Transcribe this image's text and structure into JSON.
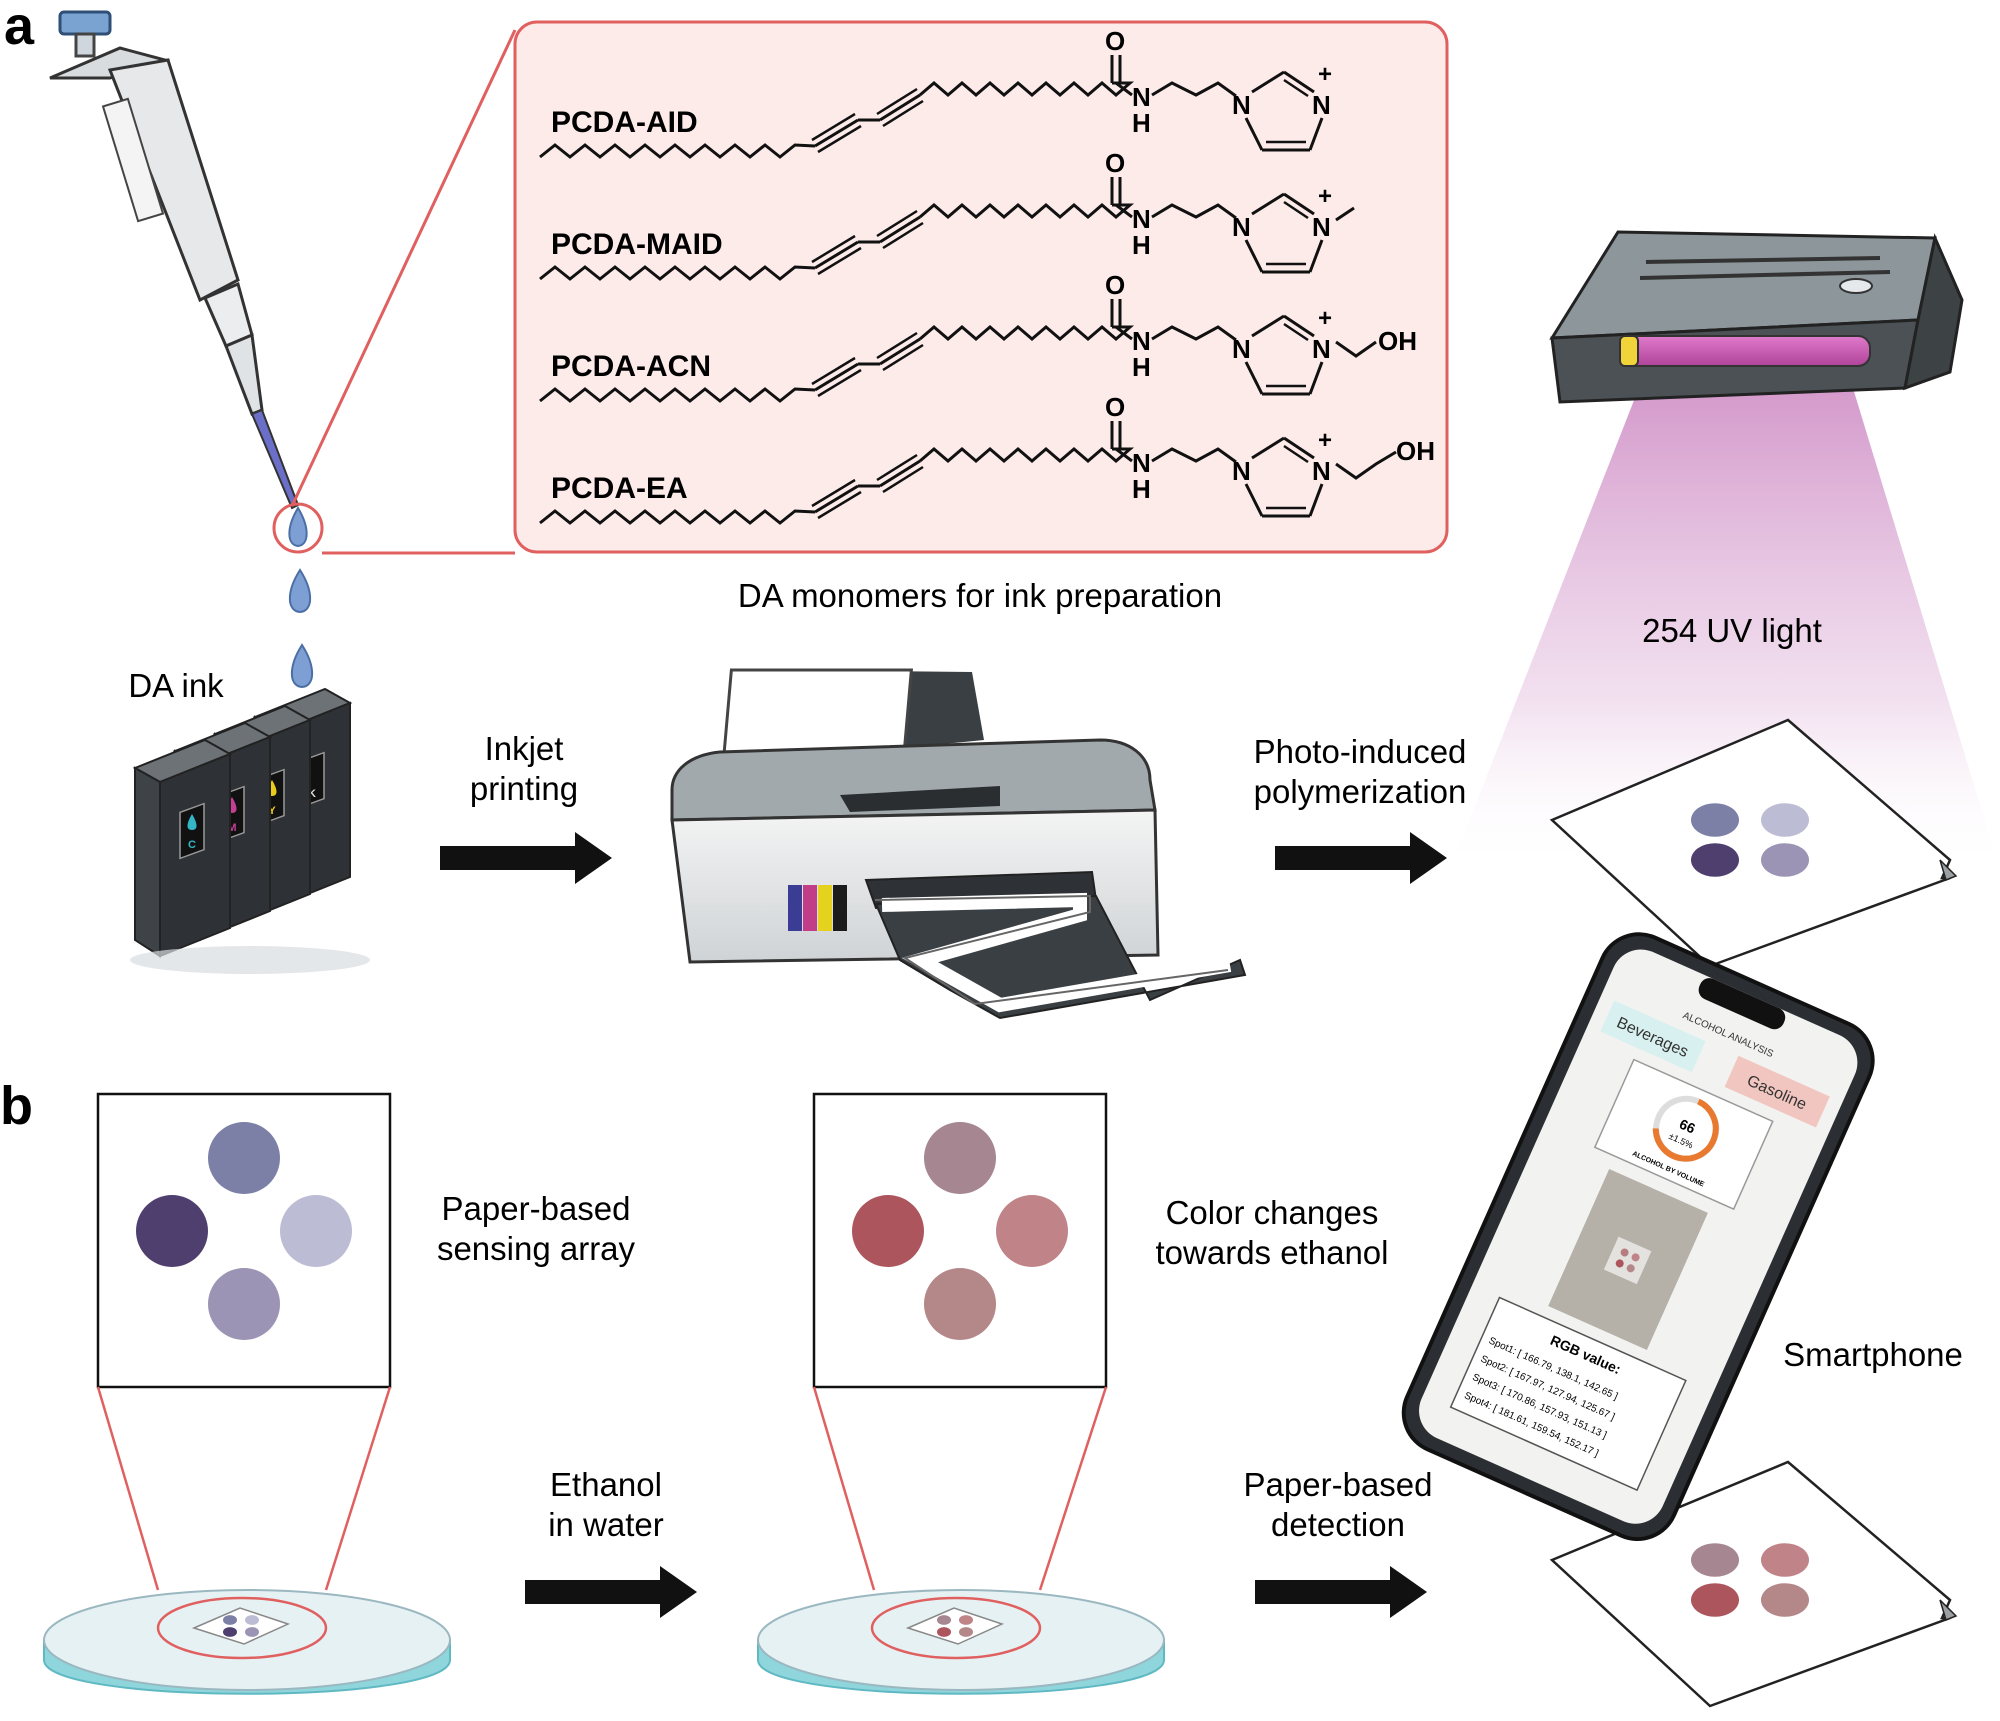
{
  "panels": {
    "a": "a",
    "b": "b"
  },
  "monomers": [
    {
      "name": "PCDA-AID",
      "substituent": ""
    },
    {
      "name": "PCDA-MAID",
      "substituent": ""
    },
    {
      "name": "PCDA-ACN",
      "substituent": "OH"
    },
    {
      "name": "PCDA-EA",
      "substituent": "OH"
    }
  ],
  "atoms": {
    "O": "O",
    "N": "N",
    "H": "H",
    "plus": "+"
  },
  "captions": {
    "monomers": "DA monomers for ink preparation",
    "ink": "DA ink",
    "uv": "254 UV light",
    "inkjet_1": "Inkjet",
    "inkjet_2": "printing",
    "photo_1": "Photo-induced",
    "photo_2": "polymerization",
    "paper_1": "Paper-based",
    "paper_2": "sensing array",
    "color_1": "Color changes",
    "color_2": "towards ethanol",
    "ethanol_1": "Ethanol",
    "ethanol_2": "in water",
    "detect_1": "Paper-based",
    "detect_2": "detection",
    "smartphone": "Smartphone"
  },
  "cartridges": [
    "C",
    "M",
    "Y",
    "K"
  ],
  "phone": {
    "title": "ALCOHOL ANALYSIS",
    "tab_beverages": "Beverages",
    "tab_gasoline": "Gasoline",
    "gauge_value": "66",
    "gauge_error": "±1.5%",
    "gauge_label": "ALCOHOL BY VOLUME",
    "rgb_title": "RGB value:",
    "rgb_rows": [
      "Spot1: [ 166.79, 138.1, 142.65 ]",
      "Spot2: [ 167.97, 127.94, 125.67 ]",
      "Spot3: [ 170.86, 157.93, 151.13 ]",
      "Spot4: [ 181.61, 159.54, 152.17 ]"
    ]
  },
  "colors": {
    "purple_spots": [
      "#7c80a6",
      "#bcbcd4",
      "#4f3f6e",
      "#9c94b4"
    ],
    "red_spots": [
      "#a68690",
      "#c08488",
      "#ad555d",
      "#b48788"
    ],
    "box_border": "#e06060",
    "box_fill": "#fdebea",
    "uv_beam": "#c576b9",
    "dish_fill": "#e6f1f4",
    "dish_rim": "#6fcbd4",
    "arrow": "#111111"
  }
}
